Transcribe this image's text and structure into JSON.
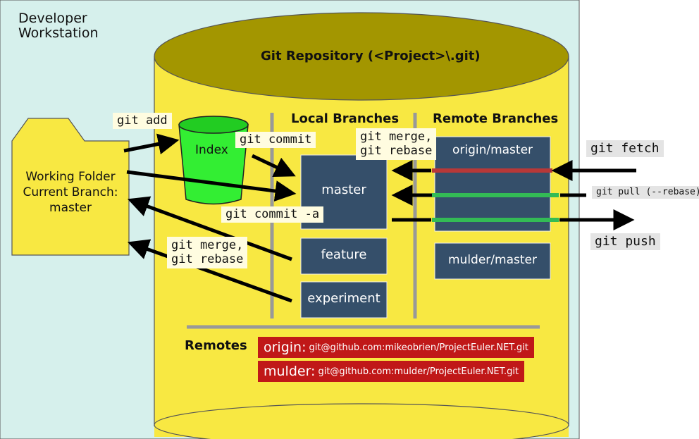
{
  "workstation": {
    "label_line1": "Developer",
    "label_line2": "Workstation"
  },
  "repository": {
    "title": "Git Repository (<Project>\\.git)"
  },
  "headers": {
    "local": "Local Branches",
    "remote": "Remote Branches",
    "remotes": "Remotes"
  },
  "working_folder": {
    "line1": "Working Folder",
    "line2": "Current Branch:",
    "line3": "master"
  },
  "index": {
    "label": "Index"
  },
  "local_branches": {
    "master": "master",
    "feature": "feature",
    "experiment": "experiment"
  },
  "remote_branches": {
    "origin": "origin/master",
    "mulder": "mulder/master"
  },
  "commands": {
    "git_add": "git add",
    "git_commit": "git commit",
    "git_commit_a": "git commit -a",
    "merge_rebase_local_1": "git merge,",
    "merge_rebase_local_2": "git rebase",
    "merge_rebase_wf_1": "git merge,",
    "merge_rebase_wf_2": "git rebase",
    "git_fetch": "git fetch",
    "git_pull": "git pull (--rebase)",
    "git_push": "git push"
  },
  "remotes": [
    {
      "name": "origin:",
      "url": "git@github.com:mikeobrien/ProjectEuler.NET.git"
    },
    {
      "name": "mulder:",
      "url": "git@github.com:mulder/ProjectEuler.NET.git"
    }
  ],
  "colors": {
    "workstation_bg": "#d6f0ec",
    "cylinder_body": "#f8e842",
    "cylinder_top": "#a39600",
    "box": "#354f6a",
    "index": "#33ee33",
    "fetch_line": "#b83838",
    "sync_line": "#33bb55",
    "remote_bg": "#c01818"
  }
}
